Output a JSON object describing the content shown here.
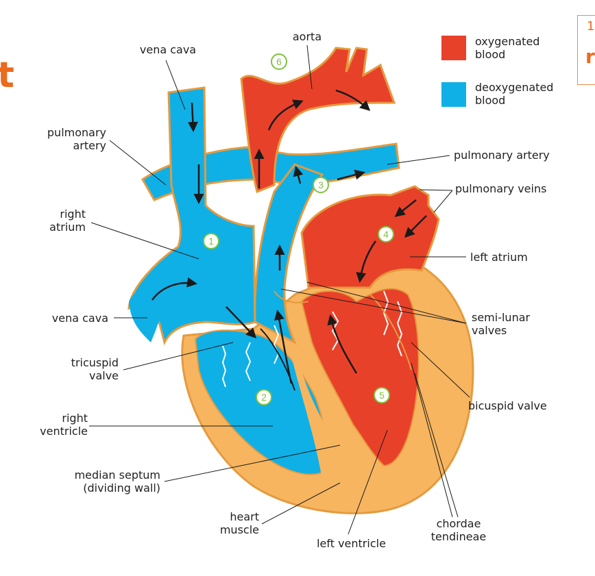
{
  "title_fragment": "t",
  "corner_fragments": {
    "top": "1",
    "bottom": "r"
  },
  "legend": {
    "items": [
      {
        "line1": "oxygenated",
        "line2": "blood",
        "color": "#e8412a"
      },
      {
        "line1": "deoxygenated",
        "line2": "blood",
        "color": "#0fb0e6"
      }
    ]
  },
  "colors": {
    "oxygenated": "#e8412a",
    "deoxygenated": "#0fb0e6",
    "muscle": "#f7b560",
    "outline": "#e59a3e",
    "marker_fill": "#ffffff",
    "marker_stroke": "#7dc33c",
    "marker_text": "#7dc33c"
  },
  "labels": {
    "aorta": "aorta",
    "vena_cava_top": "vena cava",
    "pulmonary_artery_left": {
      "line1": "pulmonary",
      "line2": "artery"
    },
    "pulmonary_artery_right": "pulmonary artery",
    "pulmonary_veins": "pulmonary veins",
    "right_atrium": {
      "line1": "right",
      "line2": "atrium"
    },
    "left_atrium": "left atrium",
    "vena_cava_bottom": "vena cava",
    "semi_lunar_valves": {
      "line1": "semi-lunar",
      "line2": "valves"
    },
    "tricuspid_valve": {
      "line1": "tricuspid",
      "line2": "valve"
    },
    "bicuspid_valve": "bicuspid valve",
    "right_ventricle": {
      "line1": "right",
      "line2": "ventricle"
    },
    "median_septum": {
      "line1": "median septum",
      "line2": "(dividing wall)"
    },
    "heart_muscle": {
      "line1": "heart",
      "line2": "muscle"
    },
    "left_ventricle": "left ventricle",
    "chordae_tendineae": {
      "line1": "chordae",
      "line2": "tendineae"
    }
  },
  "markers": [
    "1",
    "2",
    "3",
    "4",
    "5",
    "6"
  ]
}
